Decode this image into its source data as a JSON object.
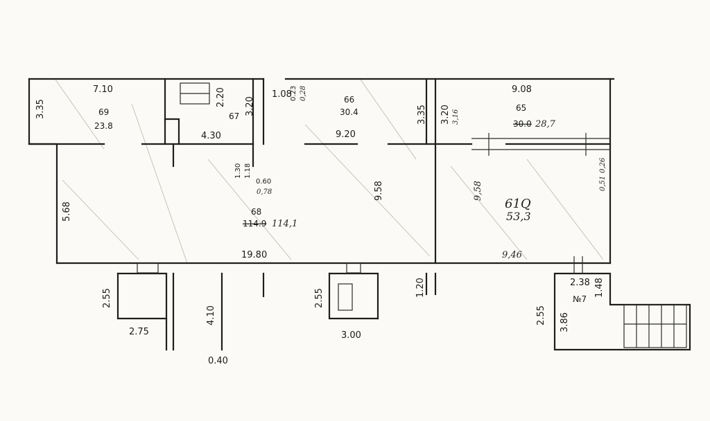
{
  "plan": {
    "rooms": [
      {
        "id": "69",
        "area": "23.8"
      },
      {
        "id": "67"
      },
      {
        "id": "66",
        "area": "30.4"
      },
      {
        "id": "65",
        "area_old": "30.0",
        "area_new": "28,7"
      },
      {
        "id": "68",
        "area_old": "114.9",
        "area_new": "114,1"
      },
      {
        "id": "61Q",
        "area": "53,3"
      },
      {
        "id": "№7"
      }
    ],
    "dimensions": [
      "7.10",
      "3.35",
      "2.20",
      "3.20",
      "4.30",
      "1.08",
      "0.23",
      "0,28",
      "3.35",
      "9.20",
      "3.20",
      "3,16",
      "9.08",
      "1.30",
      "1.18",
      "0.60",
      "0,78",
      "9.58",
      "9,58",
      "5.68",
      "19.80",
      "9,46",
      "0,26",
      "0,51",
      "2.55",
      "2.75",
      "4.10",
      "0.40",
      "2.55",
      "3.00",
      "1.20",
      "2.38",
      "1.48",
      "2.55",
      "3.86"
    ]
  }
}
